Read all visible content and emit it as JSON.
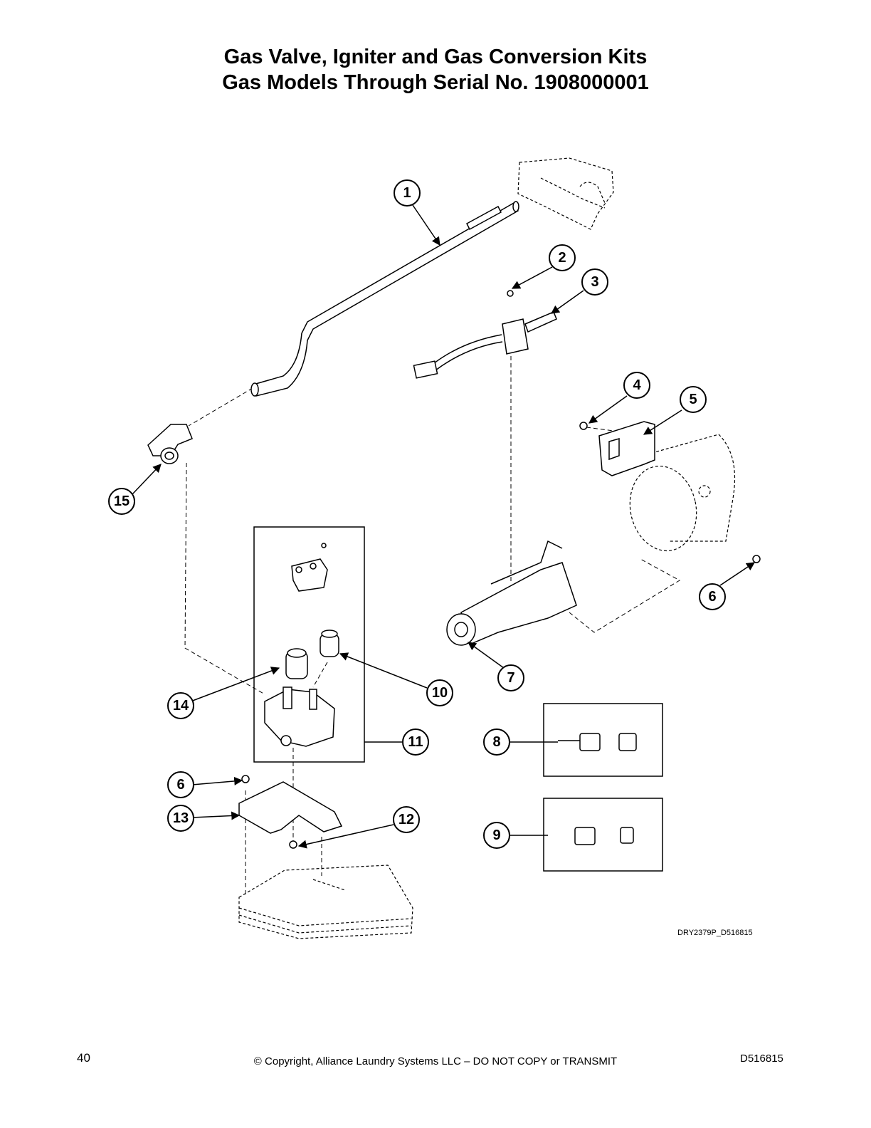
{
  "title": {
    "line1": "Gas Valve, Igniter and Gas Conversion Kits",
    "line2": "Gas Models Through Serial No. 1908000001"
  },
  "callouts": [
    "1",
    "2",
    "3",
    "4",
    "5",
    "6",
    "7",
    "8",
    "9",
    "10",
    "11",
    "12",
    "13",
    "14",
    "15"
  ],
  "figure_code": "DRY2379P_D516815",
  "footer": {
    "page_number": "40",
    "copyright": "© Copyright, Alliance Laundry Systems LLC – DO NOT COPY or TRANSMIT",
    "doc_number": "D516815"
  }
}
